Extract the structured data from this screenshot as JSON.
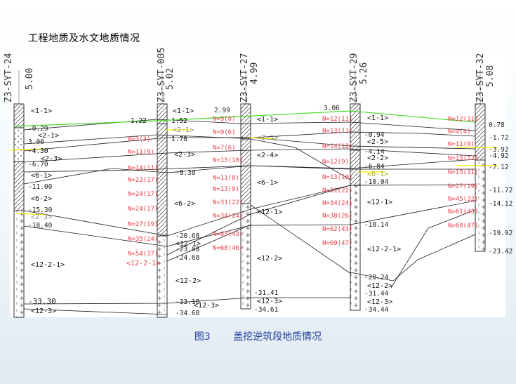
{
  "page_title": "工程地质及水文地质情况",
  "caption": {
    "fig_no": "图3",
    "text": "盖挖逆筑段地质情况"
  },
  "colors": {
    "n_value": "#e8404a",
    "boundary": "#1a1a1a",
    "green_line": "#44dd22",
    "yellow_line": "#f4f400",
    "caption": "#1f3f9e"
  },
  "boreholes": [
    {
      "name": "Z3-SYT-24",
      "elev": "5.00",
      "depths": [
        {
          "text": "-0.29",
          "yellow": false
        },
        {
          "text": "3.00",
          "yellow": false
        },
        {
          "text": "-4.30",
          "yellow": true
        },
        {
          "text": "-6.70",
          "yellow": false
        },
        {
          "text": "-11.00",
          "yellow": false
        },
        {
          "text": "-15.30",
          "yellow": false
        },
        {
          "text": "-18.40",
          "yellow": false
        },
        {
          "text": "-33.30",
          "yellow": false
        }
      ],
      "layers": [
        "<1-1>",
        "<2-1>",
        "<2-3>",
        "<6-1>",
        "<6-2>",
        "<2-3>",
        "<12-2-1>",
        "<12-3>"
      ]
    },
    {
      "name": "Z3-SYT-005",
      "elev": "5.02",
      "depths": [
        {
          "text": "1.22",
          "yellow": false
        },
        {
          "text": "1.52",
          "yellow": false
        },
        {
          "text": "1.78",
          "yellow": false
        },
        {
          "text": "-8.38",
          "yellow": false
        },
        {
          "text": "-20.68",
          "yellow": false
        },
        {
          "text": "-23.08",
          "yellow": false
        },
        {
          "text": "-24.68",
          "yellow": false
        },
        {
          "text": "-33.18",
          "yellow": false
        },
        {
          "text": "-34.68",
          "yellow": false
        }
      ],
      "layers": [
        "<1-1>",
        "<2-1>",
        "<2-3>",
        "<6-2>",
        "<12-1>",
        "<12-2-1>",
        "<12-2>",
        "<12-3>"
      ],
      "n_values": [
        "N=3(3)",
        "N=11(9)",
        "N=14(11)",
        "N=22(17)",
        "N=24(17)",
        "N=24(17)",
        "N=27(19)",
        "N=35(24)",
        "N=54(37)"
      ]
    },
    {
      "name": "Z3-SYT-27",
      "elev": "4.99",
      "depths": [
        {
          "text": "2.99",
          "yellow": false
        },
        {
          "text": "-31.41",
          "yellow": false
        },
        {
          "text": "-34.61",
          "yellow": false
        }
      ],
      "layers": [
        "<1-1>",
        "<2-3>",
        "<2-4>",
        "<6-1>",
        "<12-1>",
        "<12-2>",
        "<12-3>"
      ],
      "n_values": [
        "N=9(8)",
        "N=9(6)",
        "N=7(6)",
        "N=13(10)",
        "N=11(8)",
        "N=13(9)",
        "N=31(22)",
        "N=34(24)",
        "N=63(43)",
        "N=68(46)"
      ]
    },
    {
      "name": "Z3-SYT-29",
      "elev": "5.26",
      "depths": [
        {
          "text": "3.06",
          "yellow": false
        },
        {
          "text": "-0.94",
          "yellow": false
        },
        {
          "text": "-4.14",
          "yellow": false
        },
        {
          "text": "-6.84",
          "yellow": false
        },
        {
          "text": "-10.04",
          "yellow": false
        },
        {
          "text": "-18.14",
          "yellow": false
        },
        {
          "text": "-28.24",
          "yellow": false
        },
        {
          "text": "-31.44",
          "yellow": false
        },
        {
          "text": "-34.44",
          "yellow": false
        }
      ],
      "layers": [
        "<1-1>",
        "<2-5>",
        "<2-2>",
        "<6-1>",
        "<12-1>",
        "<12-2-1>",
        "<12-2>",
        "<12-3>"
      ],
      "n_values": [
        "N=12(11)",
        "N=13(11)",
        "N=14(12)",
        "N=12(9)",
        "N=13(10)",
        "N=31(22)",
        "N=34(24)",
        "N=38(26)",
        "N=62(43)",
        "N=69(47)"
      ]
    },
    {
      "name": "Z3-SYT-32",
      "elev": "5.08",
      "depths": [
        {
          "text": "0.78",
          "yellow": false
        },
        {
          "text": "-1.72",
          "yellow": false
        },
        {
          "text": "-3.92",
          "yellow": false
        },
        {
          "text": "-4.92",
          "yellow": false
        },
        {
          "text": "-7.12",
          "yellow": false
        },
        {
          "text": "-11.72",
          "yellow": false
        },
        {
          "text": "-14.12",
          "yellow": false
        },
        {
          "text": "-19.92",
          "yellow": false
        },
        {
          "text": "-23.42",
          "yellow": false
        }
      ],
      "n_values": [
        "N=12(11)",
        "N=4(4)",
        "N=11(9)",
        "N=15(12)",
        "N=15(11)",
        "N=27(19)",
        "N=45(32)",
        "N=61(43)",
        "N=68(47)"
      ]
    }
  ]
}
